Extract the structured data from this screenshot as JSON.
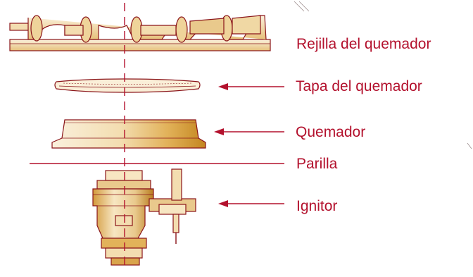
{
  "diagram": {
    "labels": {
      "rejilla": "Rejilla del quemador",
      "tapa": "Tapa del quemador",
      "quemador": "Quemador",
      "parilla": "Parilla",
      "ignitor": "Ignitor"
    }
  },
  "colors": {
    "label": "#b3112d",
    "outline": "#8a1419",
    "part_light": "#f7ead0",
    "part_mid": "#e8c888",
    "part_dark": "#c98d2c",
    "axis": "#b3112d"
  }
}
